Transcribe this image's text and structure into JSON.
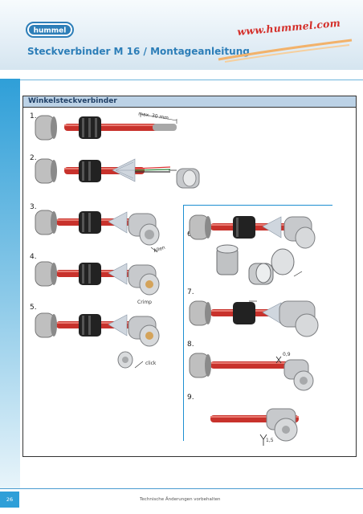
{
  "header": {
    "logo_text": "hummel",
    "url": "www.hummel.com",
    "title": "Steckverbinder M 16 / Montageanleitung"
  },
  "section": {
    "title": "Winkelsteckverbinder"
  },
  "steps": {
    "s1": "1.",
    "s2": "2.",
    "s3": "3.",
    "s4": "4.",
    "s5": "5.",
    "s6": "6.",
    "s7": "7.",
    "s8": "8.",
    "s9": "9."
  },
  "annotations": {
    "max_length": "max. 30 mm",
    "allen": "Allen",
    "crimp": "Crimp",
    "click": "click",
    "torque_8": "0,9",
    "torque_9": "1,5"
  },
  "colors": {
    "brand_blue": "#2d7eb8",
    "url_red": "#d42f2a",
    "cable_red": "#c8322c"
  },
  "footer": {
    "page_number": "26",
    "note": "Technische Änderungen vorbehalten"
  }
}
